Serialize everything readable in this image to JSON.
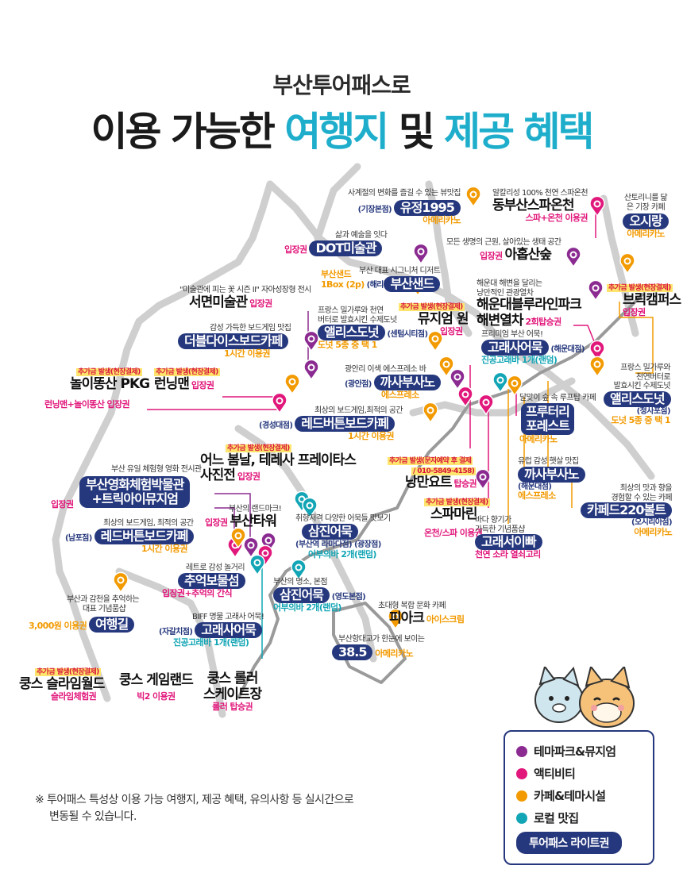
{
  "title": {
    "subtitle": "부산투어패스로",
    "main_prefix": "이용 가능한 ",
    "main_highlight1": "여행지",
    "main_middle": " 및 ",
    "main_highlight2": "제공 혜택"
  },
  "colors": {
    "theme_park": "#8b2b91",
    "activity": "#e1177b",
    "cafe": "#f29a00",
    "local_food": "#12a5b5",
    "navy": "#26387d",
    "highlight": "#1eaecb"
  },
  "pois": {
    "yujeong": {
      "desc": "사계절의 변화를 즐길 수 있는 뷰맛집",
      "branch": "(기장본점)",
      "name": "유정1995",
      "benefit": "아메리카노"
    },
    "dongbusan_spa": {
      "desc": "알칼리성 100% 천연 스파온천",
      "name": "동부산스파온천",
      "benefit": "스파+온천 이용권"
    },
    "osirang": {
      "desc": "산토리니를 닮은 기장 카페",
      "name": "오시랑",
      "benefit": "아메리카노"
    },
    "dot": {
      "desc": "삶과 예술을 잇다",
      "pre": "입장권",
      "name": "DOT미술관"
    },
    "ahop": {
      "desc": "모든 생명의 근원, 살아있는 생태 공간",
      "pre": "입장권",
      "name": "아홉산숲"
    },
    "busan_sand": {
      "pre": "부산샌드",
      "benefit": "1Box (2p)",
      "branch": "(해리단길점)",
      "desc": "부산 대표 시그니처 디저트",
      "name": "부산샌드"
    },
    "seomyeon_art": {
      "desc": "\"미술관에 피는 꽃 시즌 II\" 자아성장형 전시",
      "name": "서면미술관",
      "benefit": "입장권"
    },
    "music": {
      "paid": "추가금 발생(현장결제)",
      "name": "뮤지엄 원",
      "benefit": "입장권"
    },
    "haeundae_blue": {
      "desc1": "해운대 해변을 달리는",
      "desc2": "낭만적인 관광열차",
      "name1": "해운대블루라인파크",
      "name2": "해변열차",
      "benefit": "2회탑승권"
    },
    "brick": {
      "paid": "추가금 발생(현장결제)",
      "name": "브릭캠퍼스",
      "benefit": "입장권"
    },
    "double_dice": {
      "desc": "감성 가득한 보드게임 맛집",
      "name": "더블다이스보드카페",
      "benefit": "1시간 이용권"
    },
    "alice_centum": {
      "desc1": "프랑스 밀가루와 천연",
      "desc2": "버터로 발효시킨 수제도넛",
      "name": "앨리스도넛",
      "branch": "(센텀시티점)",
      "benefit": "도넛 5종 중 택 1"
    },
    "goraesa_haeundae": {
      "desc": "프리미엄 부산 어묵!",
      "name": "고래사어묵",
      "branch": "(해운대점)",
      "benefit": "진공고래바 1개(랜덤)"
    },
    "nolitong": {
      "paid": "추가금 발생(현장결제)",
      "name": "놀이똥산 PKG",
      "benefit": "런닝맨+놀이똥산 입장권"
    },
    "running": {
      "paid": "추가금 발생(현장결제)",
      "name": "런닝맨",
      "benefit": "입장권"
    },
    "kasa_gwangan": {
      "desc": "광안리 이색 에스프레소 바",
      "branch": "(광안점)",
      "name": "까사부사노",
      "benefit": "에스프레소"
    },
    "fruttery": {
      "desc": "달맞이 숲 속 루프탑 카페",
      "name1": "프루터리",
      "name2": "포레스트",
      "benefit": "아메리카노"
    },
    "alice_cheongsa": {
      "desc1": "프랑스 밀가루와",
      "desc2": "천연버터로",
      "desc3": "발효시킨 수제도넛",
      "name": "앨리스도넛",
      "branch": "(청사포점)",
      "benefit": "도넛 5종 중 택 1"
    },
    "red_kyungsung": {
      "desc": "최상의 보드게임,최적의 공간",
      "branch": "(경성대점)",
      "name": "레드버튼보드카페",
      "benefit": "1시간 이용권"
    },
    "photo": {
      "paid": "추가금 발생(현장결제)",
      "name1": "어느 봄날, 테레사 프레이타스",
      "name2": "사진전",
      "benefit": "입장권"
    },
    "yacht": {
      "paid": "추가금 발생(문자예약 후 결제",
      "phone": "/ 010-5849-4158)",
      "name": "낭만요트",
      "benefit": "탑승권"
    },
    "kasa_haeundae": {
      "desc": "유럽 감성 햇살 맛집",
      "name": "까사부사노",
      "branch": "(해운대점)",
      "benefit": "에스프레소"
    },
    "cafe220": {
      "desc1": "최상의 맛과 향을",
      "desc2": "경험할 수 있는 카페",
      "name": "카페드220볼트",
      "branch": "(오시리아점)",
      "benefit": "아메리카노"
    },
    "film_museum": {
      "desc": "부산 유일 체험형 영화 전시관",
      "name1": "부산영화체험박물관",
      "name2": "+트릭아이뮤지엄",
      "pre": "입장권"
    },
    "spamarine": {
      "paid": "추가금 발생(현장결제)",
      "name": "스파마린",
      "benefit": "온천/스파 이용권"
    },
    "busan_tower": {
      "desc": "부산의 랜드마크!",
      "pre": "입장권",
      "name": "부산타워"
    },
    "samjin_gwangjang": {
      "desc": "취향저격 다양한 어묵들 맛보기",
      "name": "삼진어묵",
      "branch1": "(부산역 라마다점)",
      "branch2": "(광장점)",
      "benefit": "어부의바 2개(랜덤)"
    },
    "goraesseo": {
      "desc1": "바다 향기가",
      "desc2": "가득한 기념품샵",
      "name": "고래서이빠",
      "benefit": "천연 소라 열쇠고리"
    },
    "red_nampo": {
      "desc": "최상의 보드게임, 최적의 공간",
      "branch": "(남포점)",
      "name": "레드버튼보드카페",
      "benefit": "1시간 이용권"
    },
    "chueok": {
      "desc": "레트로 감성 놀거리",
      "name": "추억보물섬",
      "benefit": "입장권+추억의 간식"
    },
    "samjin_yeongdo": {
      "desc": "부산의 명소, 본점",
      "name": "삼진어묵",
      "branch": "(영도본점)",
      "benefit": "어부의바 2개(랜덤)"
    },
    "yeohaenggil": {
      "desc1": "부산과 감천을 추억하는",
      "desc2": "대표 기념품샵",
      "pre": "3,000원 이용권",
      "name": "여행길"
    },
    "goraesa_jagalchi": {
      "desc": "BIFF 명물 고래사 어묵!",
      "branch": "(자갈치점)",
      "name": "고래사어묵",
      "benefit": "진공고래바 1개(랜덤)"
    },
    "peak": {
      "desc": "초대형 복합 문화 카페",
      "name": "피아크",
      "benefit": "아이스크림"
    },
    "c385": {
      "desc": "부산항대교가 한눈에 보이는",
      "name": "38.5",
      "benefit": "아메리카노"
    },
    "slime": {
      "paid": "추가금 발생(현장결제)",
      "name": "쿵스 슬라임월드",
      "benefit": "슬라임체험권"
    },
    "gameland": {
      "name": "쿵스 게임랜드",
      "benefit": "빅2 이용권"
    },
    "roller": {
      "name1": "쿵스 롤러",
      "name2": "스케이트장",
      "benefit": "롤러 탑승권"
    }
  },
  "legend": {
    "items": [
      {
        "label": "테마파크&뮤지엄",
        "color": "#8b2b91"
      },
      {
        "label": "액티비티",
        "color": "#e1177b"
      },
      {
        "label": "카페&테마시설",
        "color": "#f29a00"
      },
      {
        "label": "로컬 맛집",
        "color": "#12a5b5"
      }
    ],
    "lite": "투어패스 라이트권"
  },
  "note": {
    "line1": "※ 투어패스 특성상 이용 가능 여행지, 제공 혜택, 유의사항 등 실시간으로",
    "line2": "변동될 수 있습니다."
  }
}
